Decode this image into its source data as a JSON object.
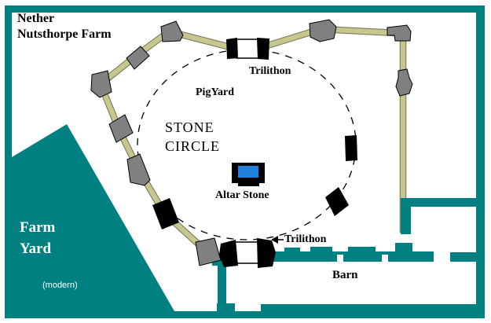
{
  "map": {
    "title": {
      "line1": "Nether",
      "line2": "Nutsthorpe Farm"
    },
    "labels": {
      "trilithon_top": "Trilithon",
      "pig_yard": "PigYard",
      "stone_circle_line1": "STONE",
      "stone_circle_line2": "CIRCLE",
      "altar_stone": "Altar Stone",
      "trilithon_bottom": "Trilithon",
      "farm_yard_line1": "Farm",
      "farm_yard_line2": "Yard",
      "farm_yard_note": "(modern)",
      "barn": "Barn"
    },
    "colors": {
      "border_and_buildings_teal": "#008080",
      "fence_tan": "#C7C78D",
      "standing_stone_gray": "#808080",
      "fallen_stone_black": "#000000",
      "altar_blue": "#1E7FDC",
      "background": "#FFFFFF",
      "stone_circle_outline": "#000000"
    }
  }
}
